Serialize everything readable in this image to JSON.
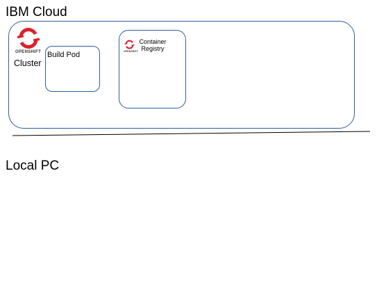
{
  "regions": {
    "cloud_title": "IBM Cloud",
    "local_title": "Local PC"
  },
  "cluster": {
    "label": "Cluster",
    "logo_word": "OPENSHIFT",
    "logo_icon": "openshift-logo"
  },
  "build_pod": {
    "label": "Build Pod"
  },
  "registry": {
    "label": "Container Registry",
    "logo_word": "OPENSHIFT",
    "logo_icon": "openshift-logo"
  },
  "colors": {
    "box_border": "#2e5f96",
    "logo_red": "#db212e",
    "divider": "#000000"
  }
}
